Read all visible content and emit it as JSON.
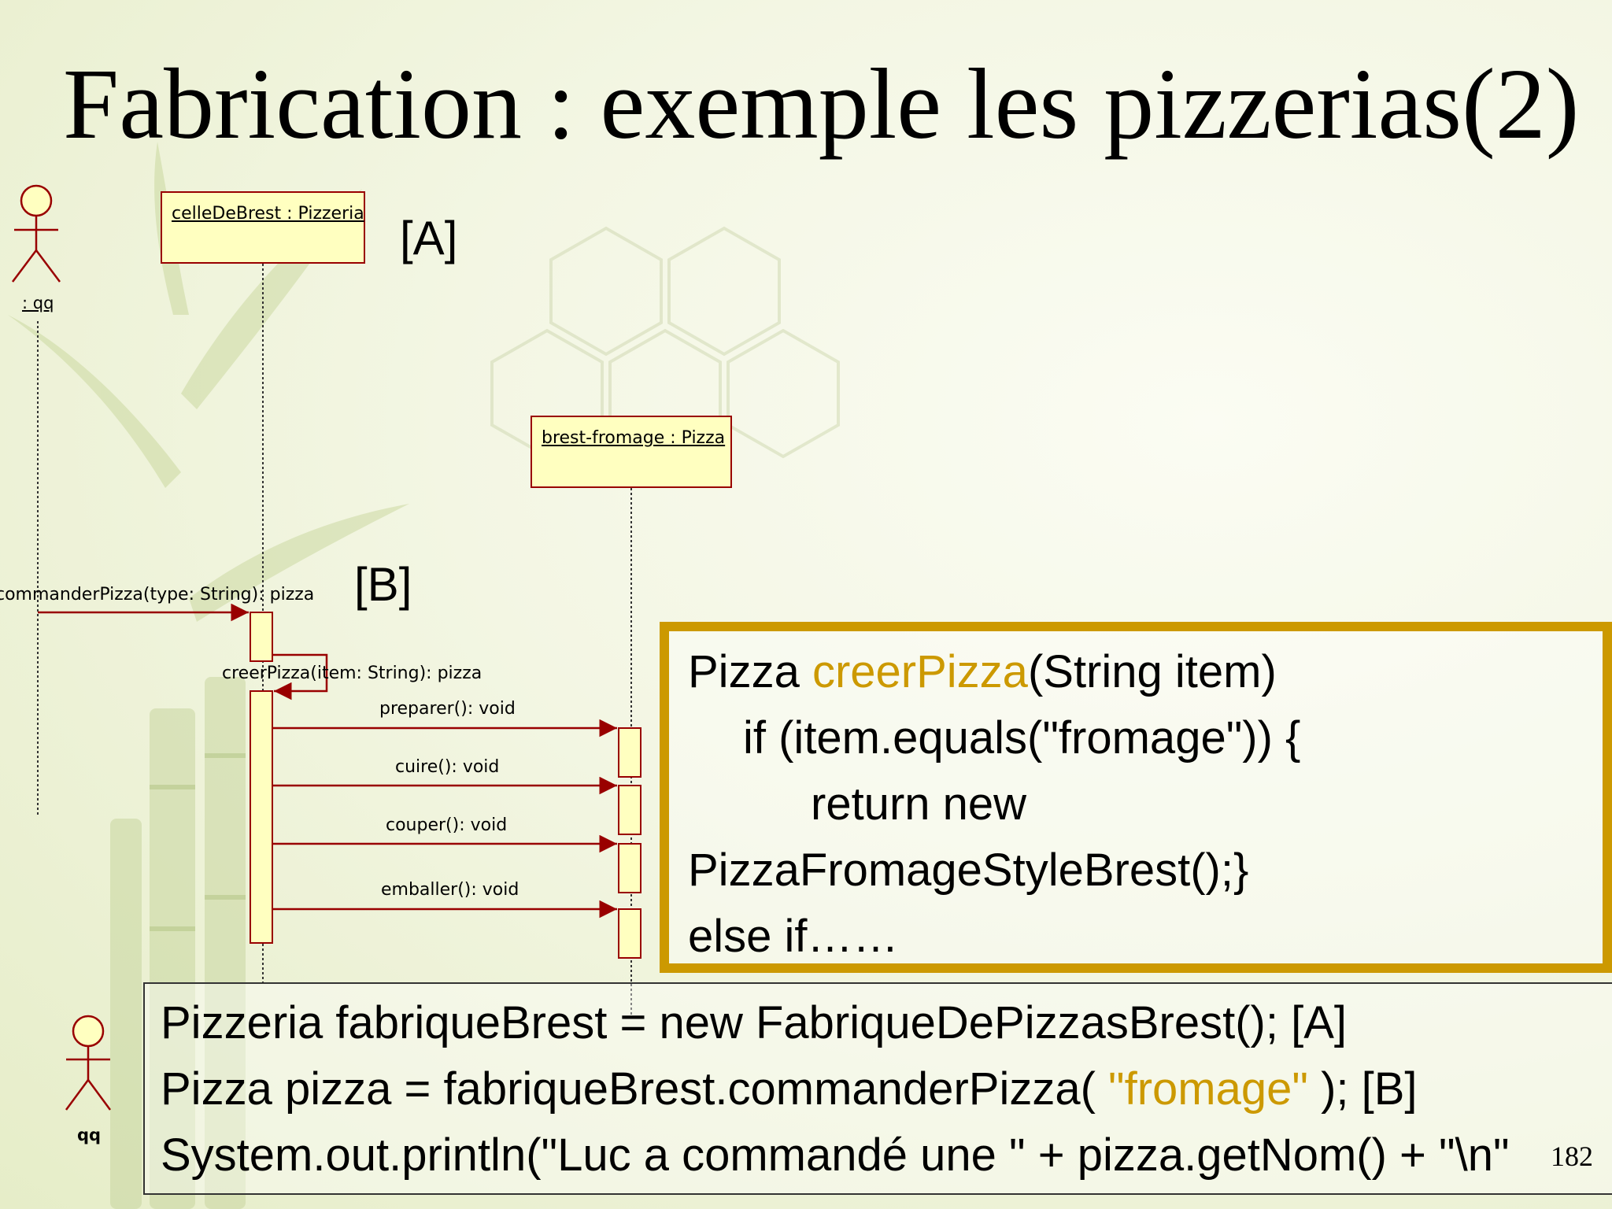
{
  "slide": {
    "title": "Fabrication : exemple les pizzerias(2)",
    "page_number": "182"
  },
  "diagram": {
    "actor_top_label": ": qq",
    "actor_bottom_label": "qq",
    "pizzeria_object": "celleDeBrest : Pizzeria",
    "pizza_object": "brest-fromage : Pizza",
    "tag_a": "[A]",
    "tag_b": "[B]",
    "messages": {
      "commander": "commanderPizza(type: String): pizza",
      "creer": "creerPizza(item: String): pizza",
      "preparer": "preparer(): void",
      "cuire": "cuire(): void",
      "couper": "couper(): void",
      "emballer": "emballer(): void"
    }
  },
  "code_box": {
    "line1_prefix": "Pizza ",
    "line1_keyword": "creerPizza",
    "line1_suffix": "(String item)",
    "line2": "if (item.equals(\"fromage\")) {",
    "line3": "return new",
    "line4": "PizzaFromageStyleBrest();}",
    "line5": "else if……"
  },
  "main_code": {
    "line1": "Pizzeria fabriqueBrest = new FabriqueDePizzasBrest(); [A]",
    "line2_prefix": "Pizza pizza = fabriqueBrest.commanderPizza( ",
    "line2_keyword": "\"fromage\"",
    "line2_suffix": " );  [B]",
    "line3": "System.out.println(\"Luc a commandé une \" + pizza.getNom() + \"\\n\""
  },
  "colors": {
    "accent": "#cc9900",
    "uml_line": "#990000",
    "uml_fill": "#ffffc0"
  }
}
